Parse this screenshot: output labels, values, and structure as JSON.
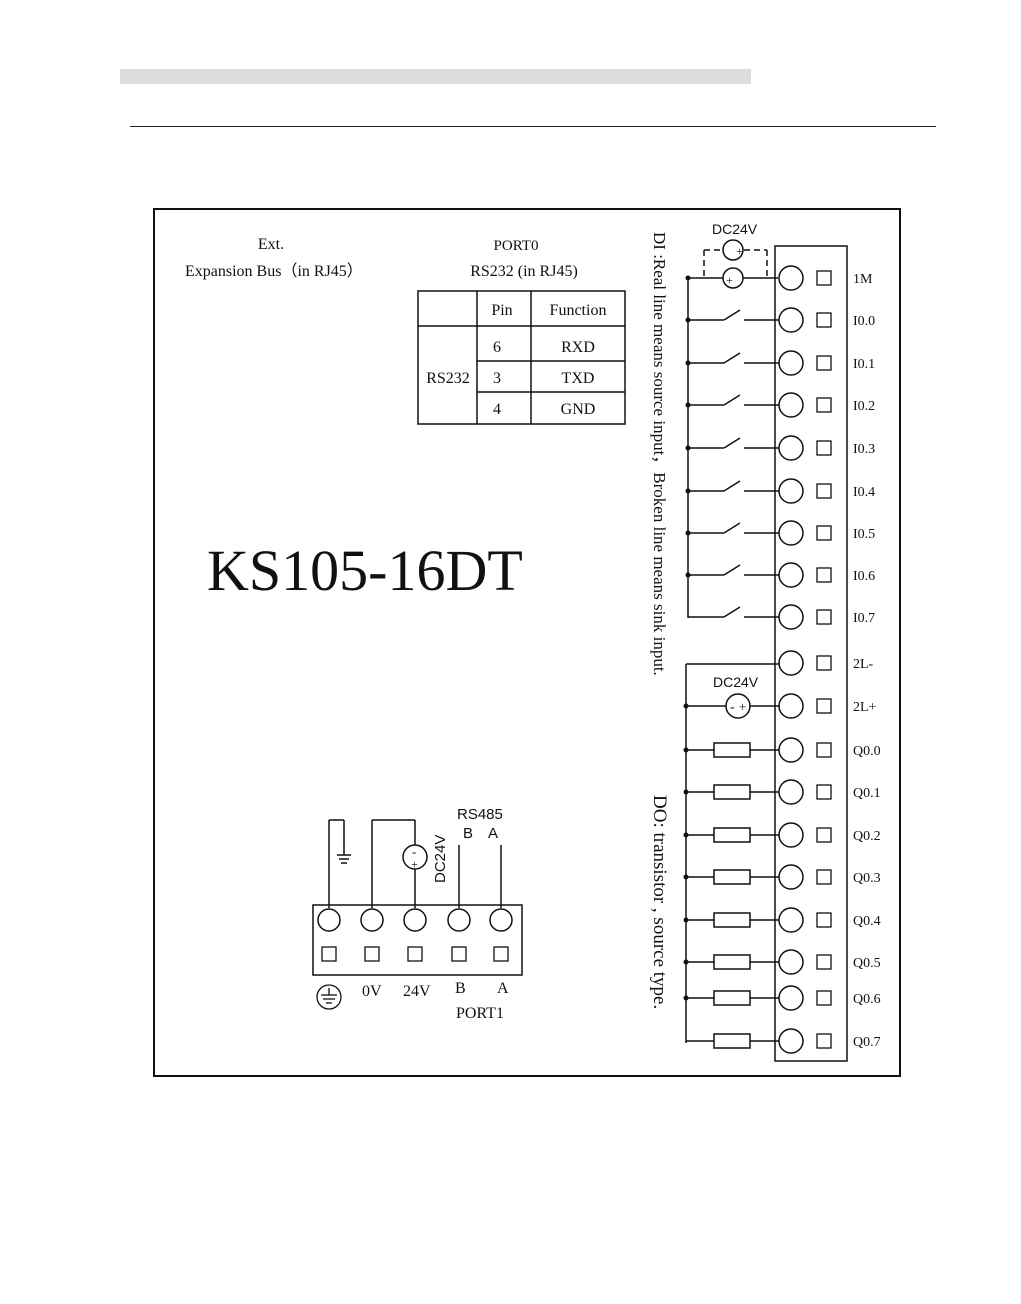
{
  "model": "KS105-16DT",
  "ext_bus": {
    "line1": "Ext.",
    "line2": "Expansion Bus（in RJ45）"
  },
  "port0": {
    "title": "PORT0",
    "subtitle": "RS232 (in RJ45)",
    "table": {
      "headers": [
        "Pin",
        "Function"
      ],
      "group": "RS232",
      "rows": [
        {
          "pin": "6",
          "function": "RXD"
        },
        {
          "pin": "3",
          "function": "TXD"
        },
        {
          "pin": "4",
          "function": "GND"
        }
      ]
    }
  },
  "di_note": "DI :Real line means source input，Broken line means sink input.",
  "do_note": "DO: transistor , source type.",
  "supply_top": "DC24V",
  "supply_mid": "DC24V",
  "supply_port1": "DC24V",
  "rs485": {
    "title": "RS485",
    "b": "B",
    "a": "A"
  },
  "terminals": [
    "1M",
    "I0.0",
    "I0.1",
    "I0.2",
    "I0.3",
    "I0.4",
    "I0.5",
    "I0.6",
    "I0.7",
    "2L-",
    "2L+",
    "Q0.0",
    "Q0.1",
    "Q0.2",
    "Q0.3",
    "Q0.4",
    "Q0.5",
    "Q0.6",
    "Q0.7"
  ],
  "port1": {
    "title": "PORT1",
    "labels": [
      "0V",
      "24V",
      "B",
      "A"
    ]
  },
  "symbols": {
    "plus": "+",
    "minus": "-"
  }
}
